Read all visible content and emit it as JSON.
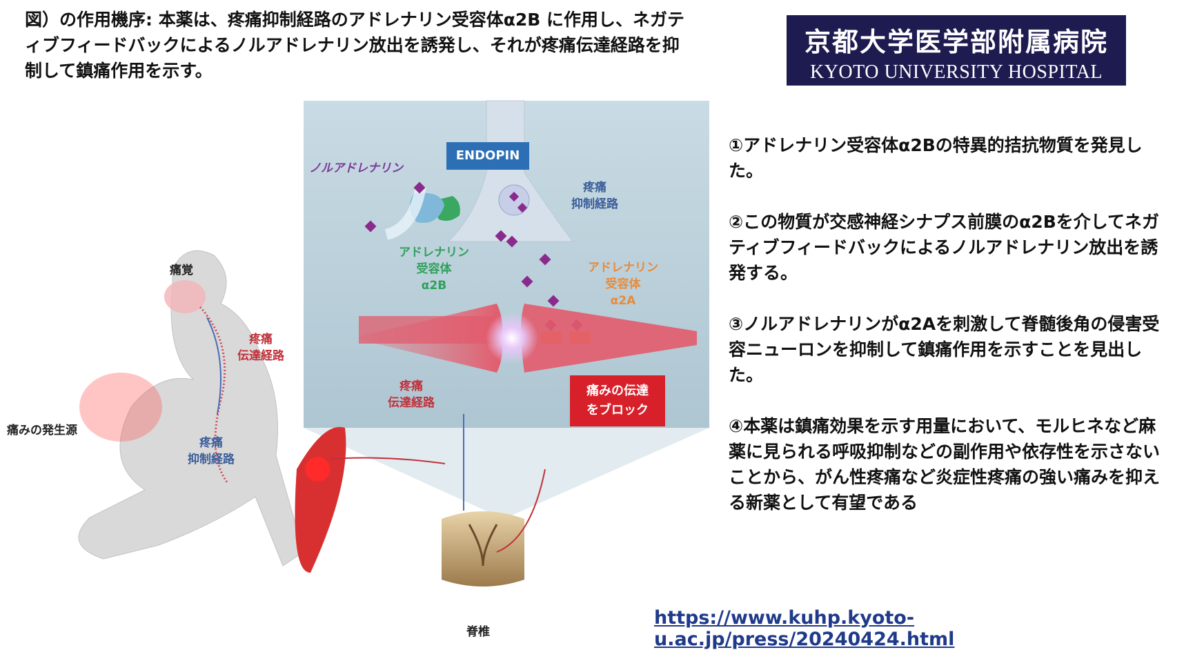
{
  "caption": "図）の作用機序: 本薬は、疼痛抑制経路のアドレナリン受容体α2B に作用し、ネガティブフィードバックによるノルアドレナリン放出を誘発し、それが疼痛伝達経路を抑制して鎮痛作用を示す。",
  "logo": {
    "jp": "京都大学医学部附属病院",
    "en": "KYOTO UNIVERSITY HOSPITAL"
  },
  "points": [
    "①アドレナリン受容体α2Bの特異的拮抗物質を発見した。",
    "②この物質が交感神経シナプス前膜のα2Bを介してネガティブフィードバックによるノルアドレナリン放出を誘発する。",
    "③ノルアドレナリンがα2Aを刺激して脊髄後角の侵害受容ニューロンを抑制して鎮痛作用を示すことを見出した。",
    "④本薬は鎮痛効果を示す用量において、モルヒネなど麻薬に見られる呼吸抑制などの副作用や依存性を示さないことから、がん性疼痛など炎症性疼痛の強い痛みを抑える新薬として有望である"
  ],
  "url": "https://www.kuhp.kyoto-u.ac.jp/press/20240424.html",
  "figure": {
    "pain_sense": "痛覚",
    "pain_source": "痛みの発生源",
    "transmission_body": "疼痛\n伝達経路",
    "inhibition_body": "疼痛\n抑制経路",
    "spine": "脊椎",
    "noradrenaline": "ノルアドレナリン",
    "endopin": "ENDOPIN",
    "inhibition_inset": "疼痛\n抑制経路",
    "receptor_2b": "アドレナリン\n受容体\nα2B",
    "receptor_2a": "アドレナリン\n受容体\nα2A",
    "transmission_inset": "疼痛\n伝達経路",
    "block": "痛みの伝達\nをブロック"
  },
  "colors": {
    "logo_bg": "#1d1b4f",
    "endopin_bg": "#2c6fb5",
    "block_bg": "#d8202a",
    "url": "#1f3a8a"
  }
}
